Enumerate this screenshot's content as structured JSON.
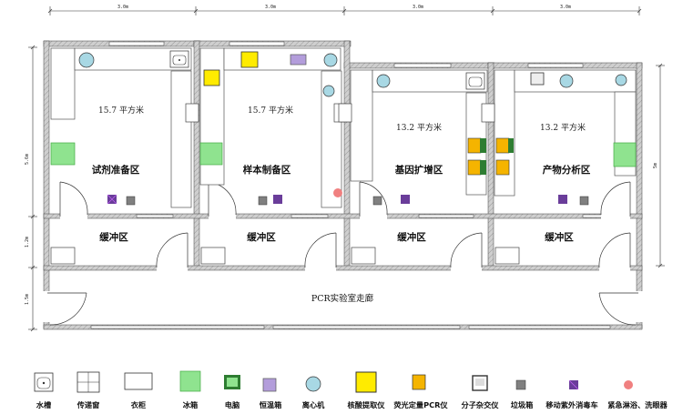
{
  "title": "",
  "dimensions": {
    "top": [
      "3.0m",
      "3.0m",
      "3.0m",
      "3.0m"
    ],
    "left": [
      "5.6m",
      "1.2m",
      "1.5m"
    ],
    "right": "5m"
  },
  "rooms": [
    {
      "name": "试剂准备区",
      "area": "15.7 平方米"
    },
    {
      "name": "样本制备区",
      "area": "15.7 平方米"
    },
    {
      "name": "基因扩增区",
      "area": "13.2 平方米"
    },
    {
      "name": "产物分析区",
      "area": "13.2 平方米"
    }
  ],
  "buffers": [
    "缓冲区",
    "缓冲区",
    "缓冲区",
    "缓冲区"
  ],
  "corridor": "PCR实验室走廊",
  "legend": [
    {
      "label": "水槽",
      "icon": "sink-icon"
    },
    {
      "label": "传递窗",
      "icon": "pass-window-icon"
    },
    {
      "label": "衣柜",
      "icon": "wardrobe-icon"
    },
    {
      "label": "冰箱",
      "icon": "fridge-icon",
      "color": "#8fe38f"
    },
    {
      "label": "电脑",
      "icon": "computer-icon",
      "color": "#2e7d32"
    },
    {
      "label": "恒温箱",
      "icon": "incubator-icon",
      "color": "#b39ddb"
    },
    {
      "label": "离心机",
      "icon": "centrifuge-icon",
      "color": "#a8d8e4"
    },
    {
      "label": "核酸提取仪",
      "icon": "nucleic-extractor-icon",
      "color": "#ffeb00"
    },
    {
      "label": "荧光定量PCR仪",
      "icon": "qpcr-icon",
      "color": "#f5b400"
    },
    {
      "label": "分子杂交仪",
      "icon": "hybridizer-icon",
      "color": "#666666"
    },
    {
      "label": "垃圾箱",
      "icon": "trash-bin-icon",
      "color": "#808080"
    },
    {
      "label": "移动紫外消毒车",
      "icon": "uv-cart-icon",
      "color": "#6a3d9a"
    },
    {
      "label": "紧急淋浴、洗眼器",
      "icon": "eyewash-icon",
      "color": "#f08080"
    }
  ]
}
